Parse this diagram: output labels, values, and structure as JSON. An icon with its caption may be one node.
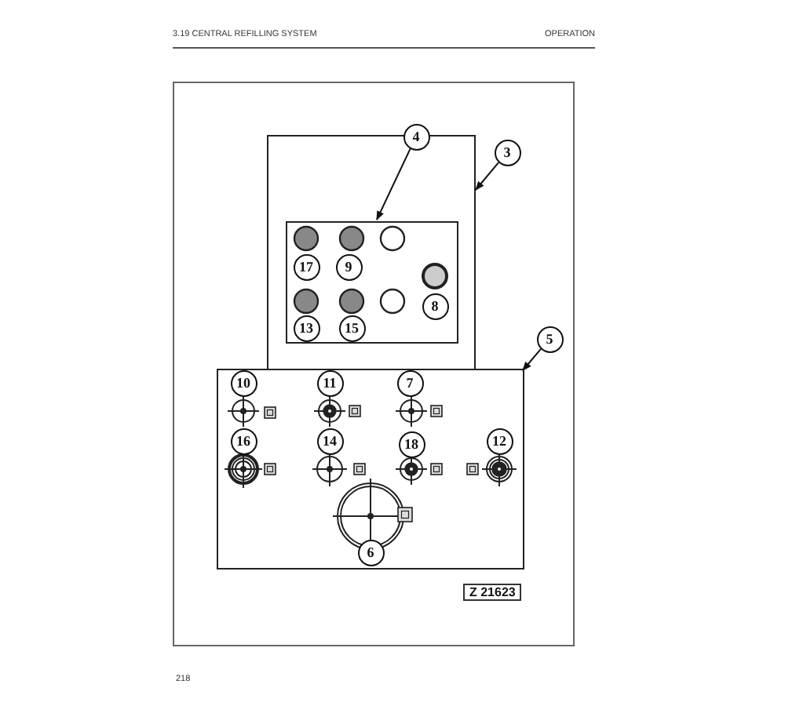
{
  "diagram": {
    "nodes": [
      {
        "text": [],
        "shape": "box"
      },
      {
        "text": [],
        "shape": "box",
        "in": 0
      },
      {
        "text": [],
        "shape": "box"
      },
      {
        "text": [
          "4"
        ]
      },
      {
        "text": [
          "3"
        ]
      },
      {
        "text": [
          "5"
        ]
      }
    ],
    "edges": [
      {
        "from": 3,
        "to": 1,
        "arrow": "to"
      },
      {
        "from": 4,
        "to": 0,
        "arrow": "to"
      },
      {
        "from": 5,
        "to": 2,
        "arrow": "to"
      }
    ],
    "labels": [
      "3.19 CENTRAL REFILLING SYSTEM",
      "OPERATION",
      "17",
      "9",
      "8",
      "13",
      "15",
      "10",
      "11",
      "7",
      "16",
      "14",
      "18",
      "12",
      "6",
      "Z 21623",
      "218"
    ]
  }
}
